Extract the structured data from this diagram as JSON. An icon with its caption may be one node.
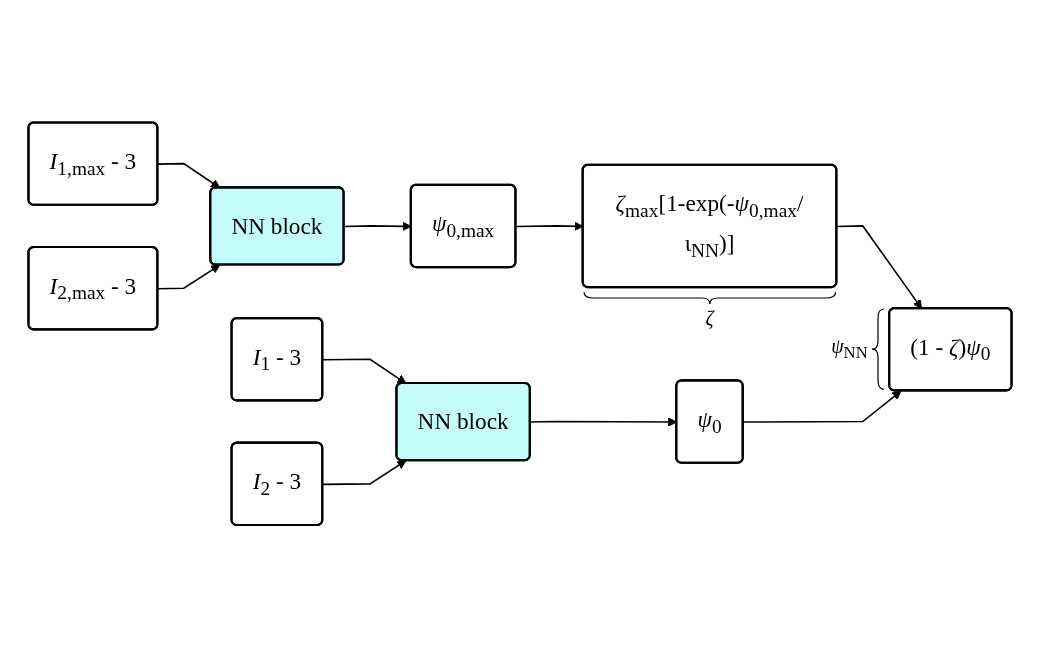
{
  "diagram": {
    "nodes": [
      {
        "text": [
          "*I*$_{1,max}$ - 3"
        ]
      },
      {
        "text": [
          "*I*$_{2,max}$ - 3"
        ]
      },
      {
        "text": [
          "NN block"
        ]
      },
      {
        "text": [
          "*I*$_{1}$ - 3"
        ]
      },
      {
        "text": [
          "*I*$_{2}$ - 3"
        ]
      },
      {
        "text": [
          "NN block"
        ]
      },
      {
        "text": [
          "*ψ*$_{0,max}$"
        ]
      },
      {
        "text": [
          "*ζ*$_{max}$[1-exp(-*ψ*$_{0,max}$/ι$_{NN}$)]"
        ],
        "beside": [
          "*ζ*"
        ]
      },
      {
        "text": [
          "*ψ*$_{0}$"
        ]
      },
      {
        "text": [
          "(1 - *ζ*)*ψ*$_{0}$"
        ],
        "beside": [
          "*ψ*$_{NN}$"
        ]
      }
    ],
    "edges": [
      {
        "from": 0,
        "to": 2,
        "arrow": "to"
      },
      {
        "from": 1,
        "to": 2,
        "arrow": "to"
      },
      {
        "from": 2,
        "to": 6,
        "arrow": "to"
      },
      {
        "from": 6,
        "to": 7,
        "arrow": "to"
      },
      {
        "from": 7,
        "to": 9,
        "arrow": "to"
      },
      {
        "from": 3,
        "to": 5,
        "arrow": "to"
      },
      {
        "from": 4,
        "to": 5,
        "arrow": "to"
      },
      {
        "from": 5,
        "to": 8,
        "arrow": "to"
      },
      {
        "from": 8,
        "to": 9,
        "arrow": "to"
      }
    ]
  }
}
